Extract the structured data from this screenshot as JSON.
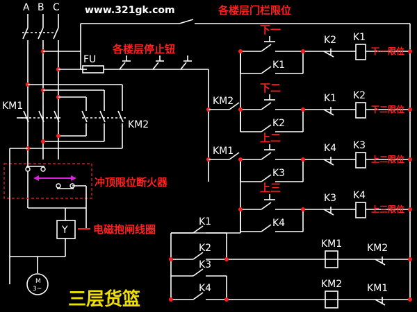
{
  "phases": [
    "A",
    "B",
    "C"
  ],
  "website": "www.321gk.com",
  "notes": {
    "door_limit": "各楼层门栏限位",
    "stop_buttons": "各楼层停止钮",
    "top_limit": "冲顶限位断火器",
    "brake_coil": "电磁抱闸线圈",
    "title": "三层货篮"
  },
  "labels": {
    "fu": "FU",
    "km1_main": "KM1",
    "km2_main": "KM2",
    "brake": "Y",
    "motor_m": "M",
    "motor_phase": "3~",
    "km2_ctrl": "KM2",
    "km1_ctrl": "KM1"
  },
  "rows": [
    {
      "button": "下一",
      "contact": "K1",
      "interlock": "K2",
      "relay": "K1",
      "limit": "下一限位"
    },
    {
      "button": "下二",
      "contact": "K2",
      "interlock": "K1",
      "relay": "K2",
      "limit": "下二限位"
    },
    {
      "button": "上二",
      "contact": "K3",
      "interlock": "K4",
      "relay": "K3",
      "limit": "上二限位"
    },
    {
      "button": "上三",
      "contact": "K4",
      "interlock": "K3",
      "relay": "K4",
      "limit": "上三限位"
    }
  ],
  "bottom": [
    {
      "contact1": "K1",
      "contact2": "K2",
      "interlock": "KM1",
      "coil": "KM2"
    },
    {
      "contact1": "K3",
      "contact2": "K4",
      "interlock": "KM2",
      "coil": "KM1"
    }
  ]
}
